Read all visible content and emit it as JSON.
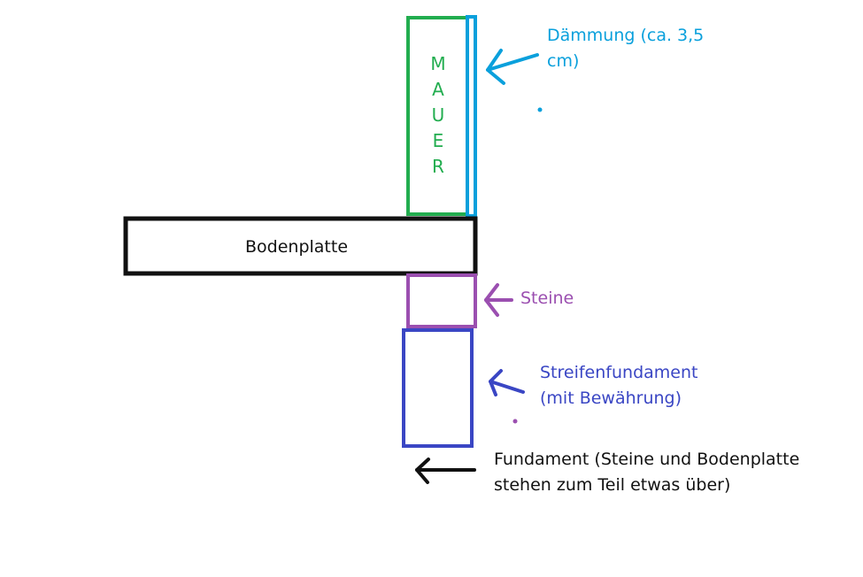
{
  "wall": {
    "letters": [
      "M",
      "A",
      "U",
      "E",
      "R"
    ]
  },
  "slab": {
    "label": "Bodenplatte"
  },
  "labels": {
    "insulation": [
      "Dämmung (ca. 3,5",
      "cm)"
    ],
    "stones": "Steine",
    "strip_foundation": [
      "Streifenfundament",
      "(mit Bewährung)"
    ],
    "foundation": [
      "Fundament (Steine und Bodenplatte",
      "stehen zum Teil etwas über)"
    ]
  },
  "colors": {
    "wall": "#22ad4f",
    "insulation": "#0aa0dc",
    "stones": "#9b4fb0",
    "strip_foundation": "#3a46c4",
    "slab": "#111111"
  }
}
